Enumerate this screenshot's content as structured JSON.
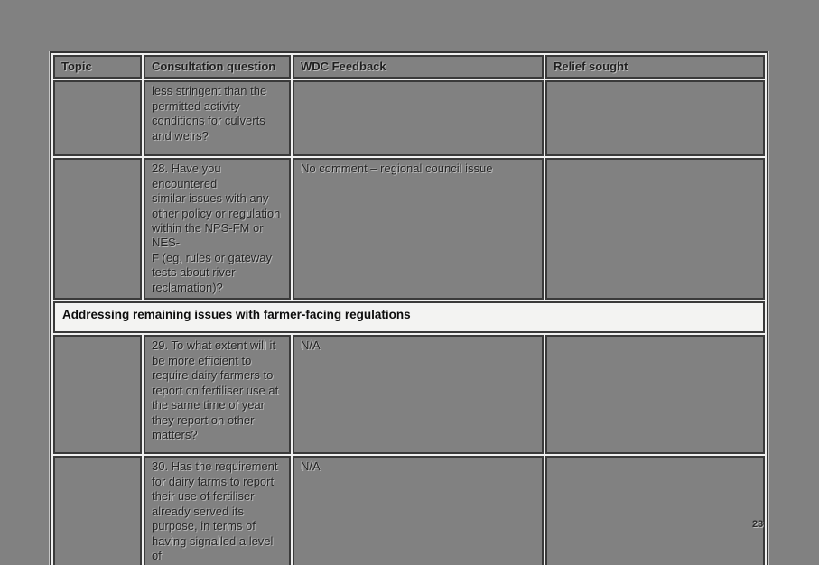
{
  "page": {
    "number": "23"
  },
  "colors": {
    "background": "#818181",
    "cell_fill": "#818181",
    "table_line": "#3a3a3a",
    "line_halo": "#ffffff",
    "section_band": "#f3f3f2",
    "text": "#242424"
  },
  "table": {
    "headers": [
      "Topic",
      "Consultation question",
      "WDC Feedback",
      "Relief sought"
    ],
    "section_header": "Addressing remaining issues with farmer-facing regulations",
    "rows": [
      {
        "topic": "",
        "question": "less stringent than the\npermitted activity\nconditions for culverts\nand weirs?",
        "feedback": "",
        "relief": ""
      },
      {
        "topic": "",
        "question": "28. Have you encountered\nsimilar issues with any\nother policy or regulation\nwithin the NPS-FM or NES-\nF (eg, rules or gateway\ntests about river\nreclamation)?",
        "feedback": "No comment – regional council issue",
        "relief": ""
      },
      {
        "topic": "",
        "question": "29. To what extent will it\nbe more efficient to\nrequire dairy farmers to\nreport on fertiliser use at\nthe same time of year\nthey report on other\nmatters?",
        "feedback": "N/A",
        "relief": ""
      },
      {
        "topic": "",
        "question": "30. Has the requirement\nfor dairy farms to report\ntheir use of fertiliser\nalready served its\npurpose, in terms of\nhaving signalled a level of",
        "feedback": "N/A",
        "relief": ""
      }
    ]
  }
}
